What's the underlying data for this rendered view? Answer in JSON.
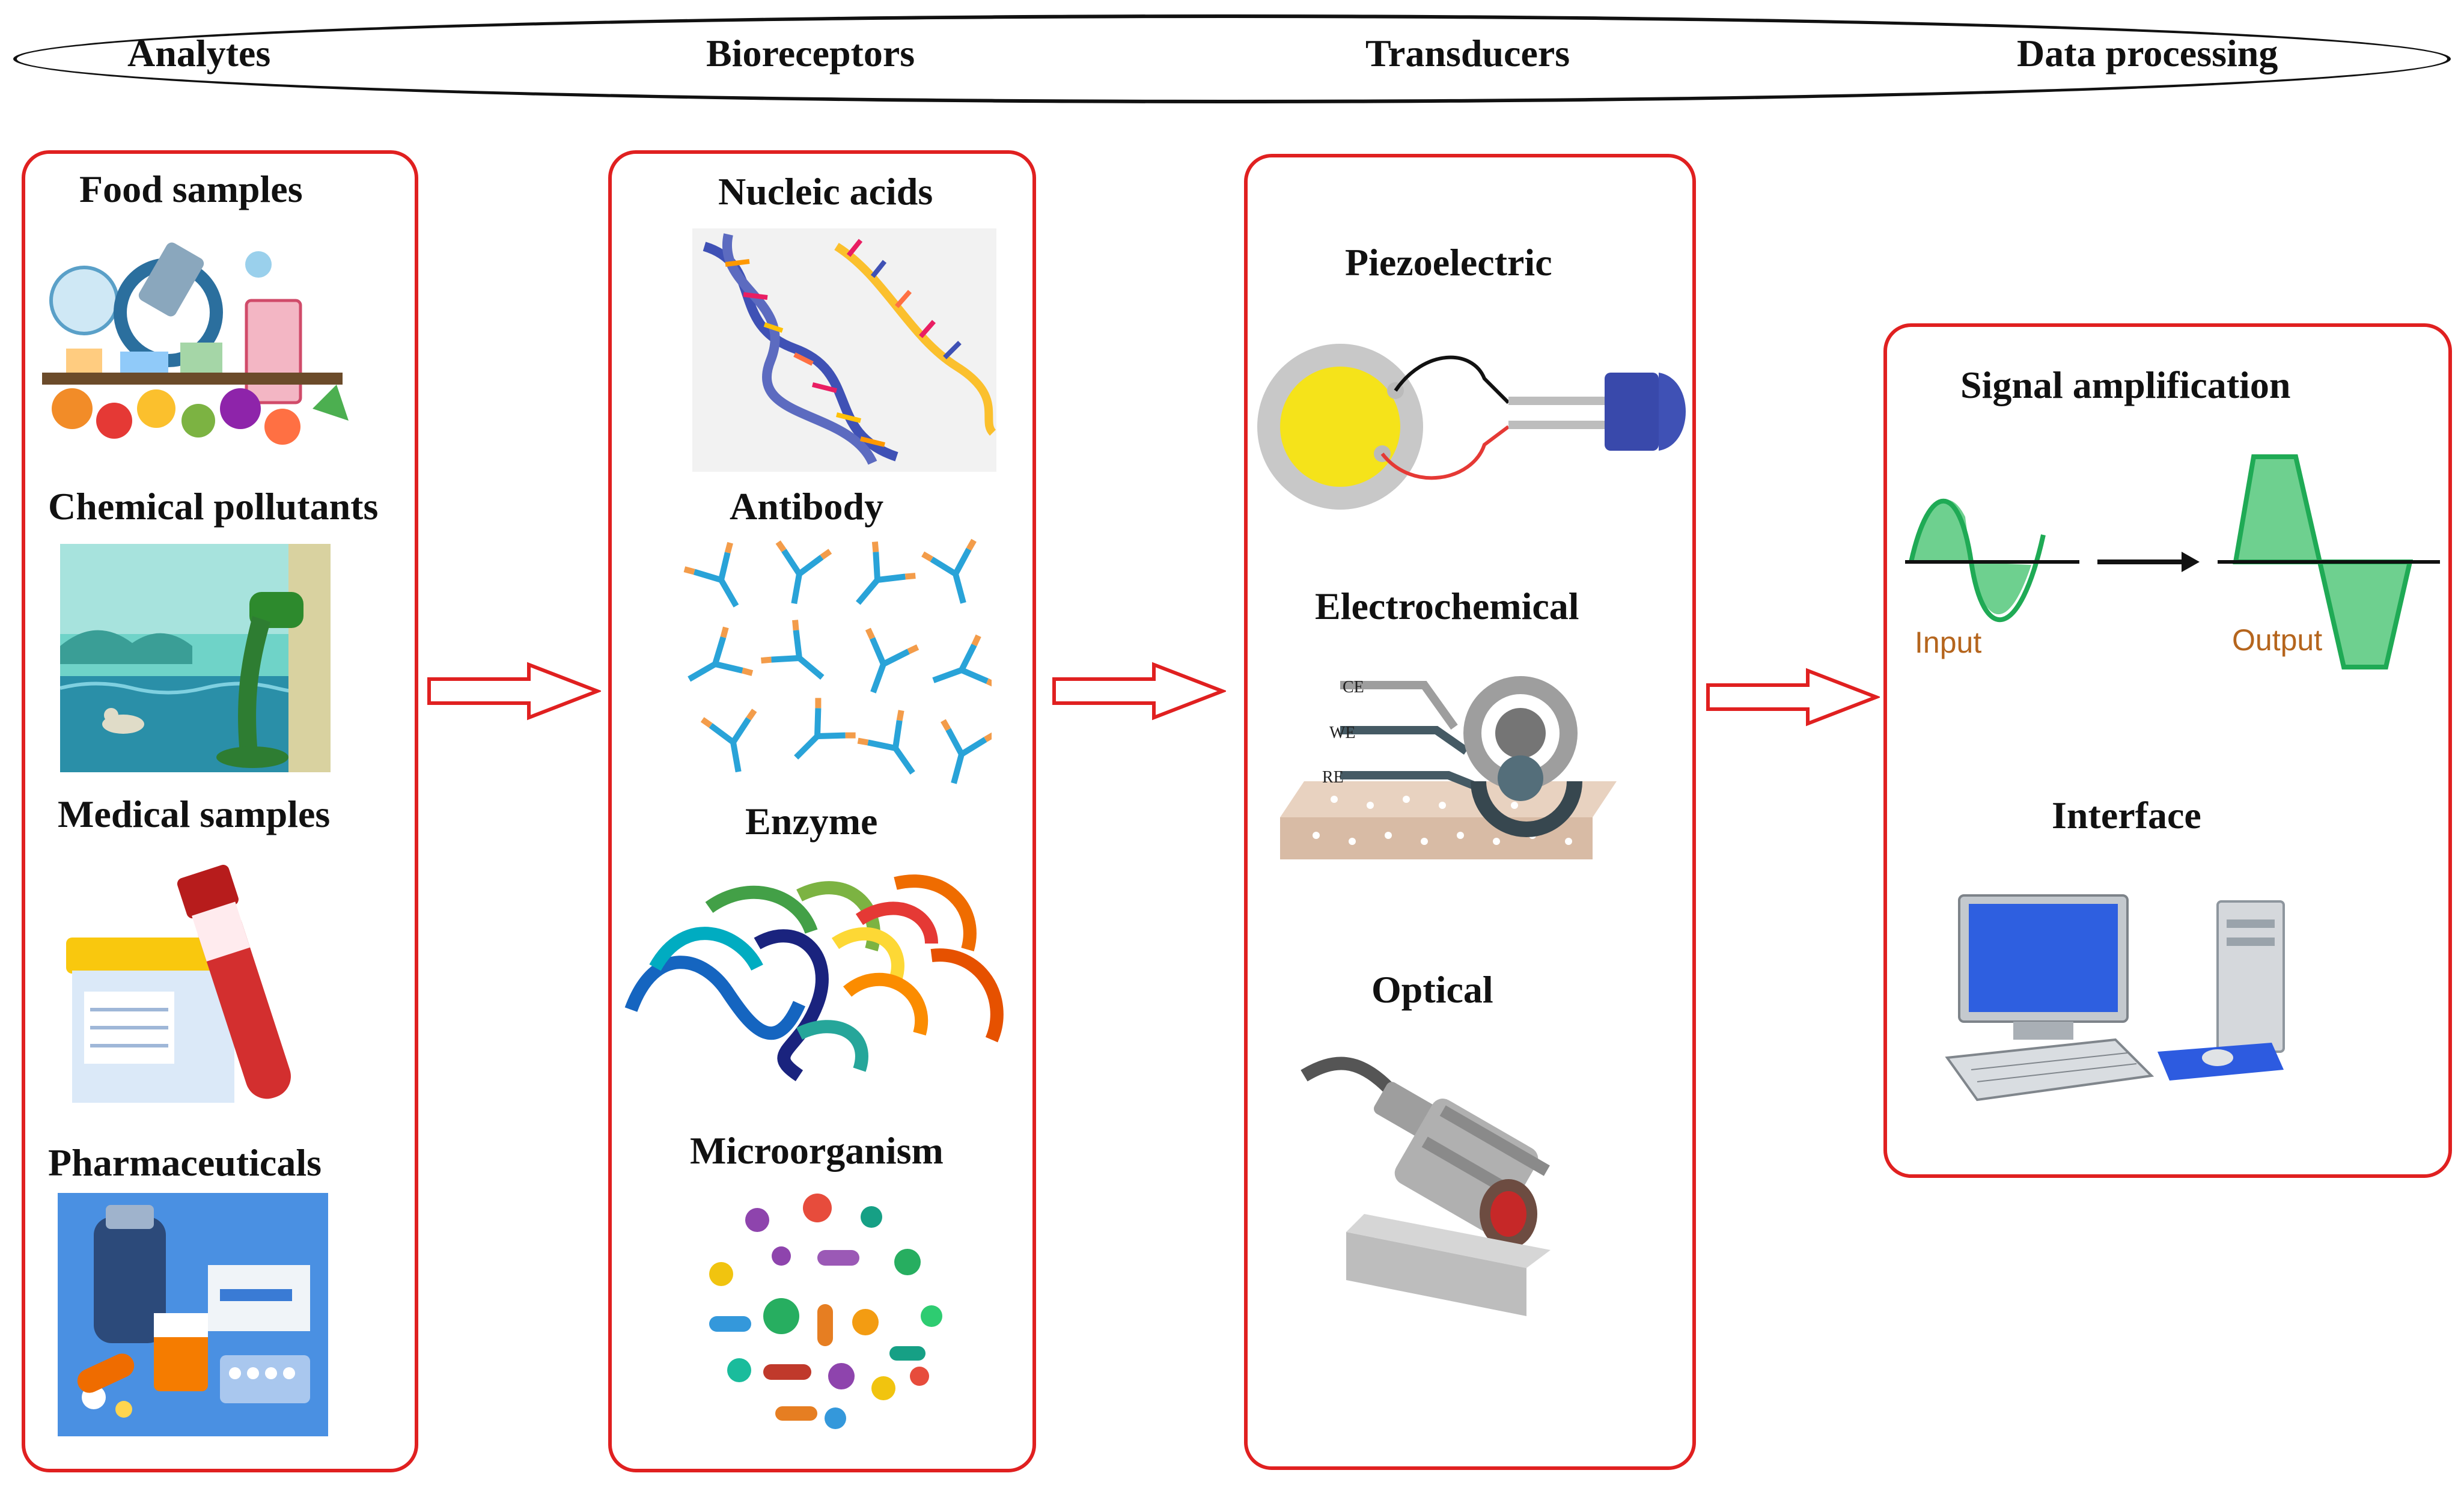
{
  "stages": [
    "Analytes",
    "Bioreceptors",
    "Transducers",
    "Data processing"
  ],
  "analytes": {
    "food": "Food samples",
    "chemical": "Chemical pollutants",
    "medical": "Medical samples",
    "pharma": "Pharmaceuticals"
  },
  "bioreceptors": {
    "nucleic": "Nucleic acids",
    "antibody": "Antibody",
    "enzyme": "Enzyme",
    "microorganism": "Microorganism"
  },
  "transducers": {
    "piezo": "Piezoelectric",
    "electrochemical": "Electrochemical",
    "optical": "Optical",
    "electrode_labels": [
      "CE",
      "WE",
      "RE"
    ]
  },
  "data_processing": {
    "signal": "Signal amplification",
    "input": "Input",
    "output": "Output",
    "interface": "Interface"
  },
  "colors": {
    "panel_border": "#e02020",
    "arrow": "#e02020",
    "signal_fill": "#4cc47a",
    "io_text": "#b5651d"
  }
}
